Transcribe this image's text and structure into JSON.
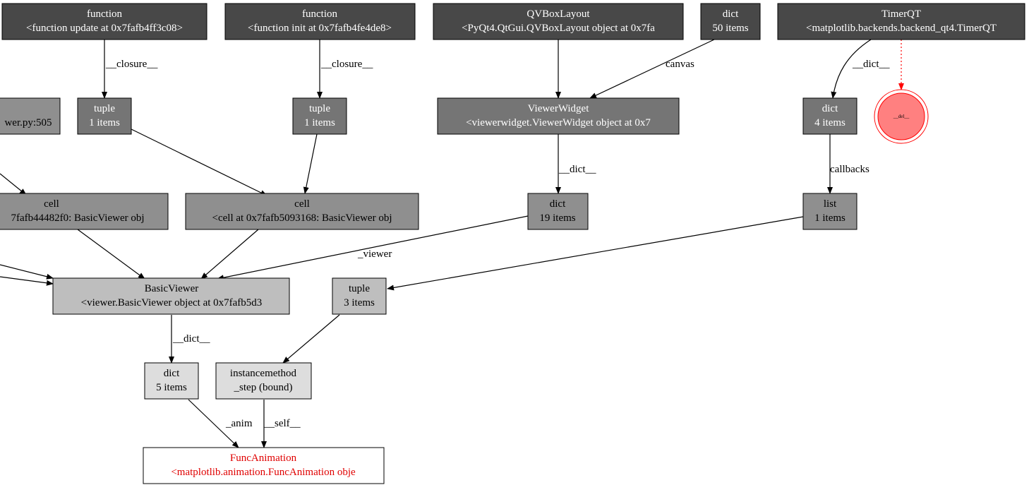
{
  "colors": {
    "level0": "#484848",
    "level1": "#757575",
    "level2": "#8f8f8f",
    "level3": "#bebebe",
    "level4": "#dddddd",
    "target_fill": "#ffffff",
    "target_text": "#e00000",
    "del_fill": "#ff8080",
    "del_stroke": "#ff0000",
    "edge": "#000000",
    "edge_red": "#ff0000"
  },
  "nodes": {
    "fn_update": {
      "line1": "function",
      "line2": "<function update at 0x7fafb4ff3c08>"
    },
    "fn_init": {
      "line1": "function",
      "line2": "<function init at 0x7fafb4fe4de8>"
    },
    "qvbox": {
      "line1": "QVBoxLayout",
      "line2": "<PyQt4.QtGui.QVBoxLayout object at 0x7fa"
    },
    "dict50": {
      "line1": "dict",
      "line2": "50 items"
    },
    "timerqt": {
      "line1": "TimerQT",
      "line2": "<matplotlib.backends.backend_qt4.TimerQT"
    },
    "frame505": {
      "line1": "wer.py:505"
    },
    "tuple1a": {
      "line1": "tuple",
      "line2": "1 items"
    },
    "tuple1b": {
      "line1": "tuple",
      "line2": "1 items"
    },
    "viewerwidget": {
      "line1": "ViewerWidget",
      "line2": "<viewerwidget.ViewerWidget object at 0x7"
    },
    "dict4": {
      "line1": "dict",
      "line2": "4 items"
    },
    "del": {
      "line1": "__del__"
    },
    "cell_a": {
      "line1": "cell",
      "line2": "7fafb44482f0: BasicViewer obj"
    },
    "cell_b": {
      "line1": "cell",
      "line2": "<cell at 0x7fafb5093168: BasicViewer obj"
    },
    "dict19": {
      "line1": "dict",
      "line2": "19 items"
    },
    "list1": {
      "line1": "list",
      "line2": "1 items"
    },
    "basicviewer": {
      "line1": "BasicViewer",
      "line2": "<viewer.BasicViewer object at 0x7fafb5d3"
    },
    "tuple3": {
      "line1": "tuple",
      "line2": "3 items"
    },
    "dict5": {
      "line1": "dict",
      "line2": "5 items"
    },
    "instmethod": {
      "line1": "instancemethod",
      "line2": "_step (bound)"
    },
    "funcanim": {
      "line1": "FuncAnimation",
      "line2": "<matplotlib.animation.FuncAnimation obje"
    }
  },
  "edge_labels": {
    "closure_a": "__closure__",
    "closure_b": "__closure__",
    "canvas": "canvas",
    "dict_timer": "__dict__",
    "dict_widget": "__dict__",
    "callbacks": "callbacks",
    "viewer": "_viewer",
    "dict_basic": "__dict__",
    "anim": "_anim",
    "self": "__self__"
  }
}
